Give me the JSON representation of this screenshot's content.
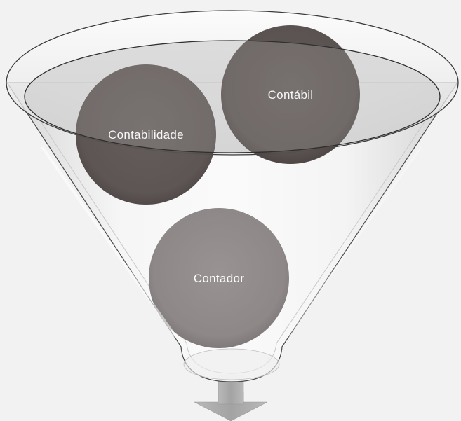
{
  "diagram": {
    "type": "funnel",
    "items": [
      {
        "id": "contabilidade",
        "label": "Contabilidade",
        "color": "#5a5250"
      },
      {
        "id": "contabil",
        "label": "Contábil",
        "color": "#5a5250"
      },
      {
        "id": "contador",
        "label": "Contador",
        "color": "#8c8686"
      }
    ],
    "output_arrow": {
      "direction": "down",
      "color": "#a6a6a6"
    },
    "funnel_color": "#e6e6e6",
    "outline_color": "#3a3a3a"
  }
}
